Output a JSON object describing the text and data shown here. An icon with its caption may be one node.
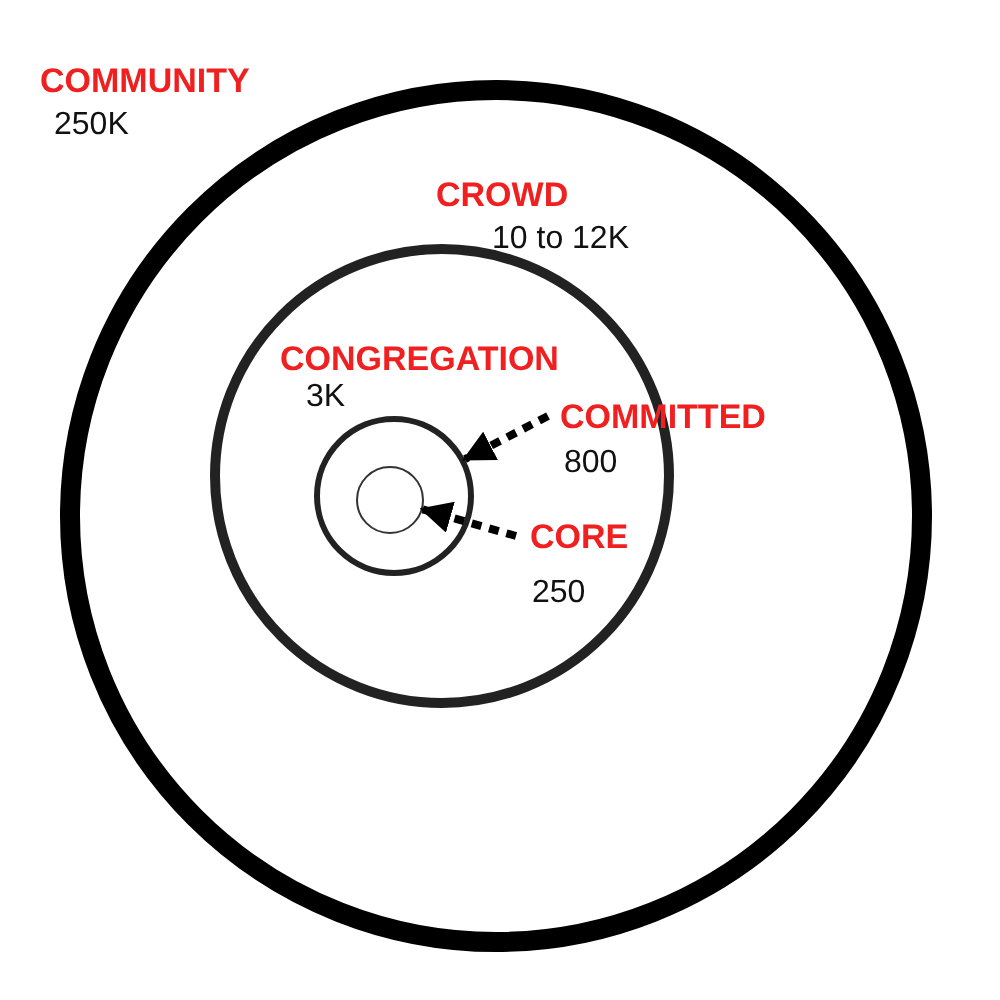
{
  "diagram": {
    "nodes": [
      {
        "text": [
          "CROWD",
          "10 to 12K"
        ]
      },
      {
        "text": [
          "CONGREGATION",
          "3K"
        ],
        "in": 0
      },
      {
        "text": [],
        "shape": "circle",
        "in": 1
      },
      {
        "text": [],
        "shape": "circle",
        "in": 2
      },
      {
        "text": [
          "COMMITTED",
          "800"
        ],
        "in": 0
      },
      {
        "text": [
          "CORE",
          "250"
        ],
        "in": 1
      }
    ],
    "edges": [
      {
        "from": 4,
        "to": 2,
        "arrow": "to",
        "style": "dashed"
      },
      {
        "from": 5,
        "to": 3,
        "arrow": "to",
        "style": "dashed"
      }
    ],
    "labels": [
      "COMMUNITY",
      "250K"
    ]
  }
}
